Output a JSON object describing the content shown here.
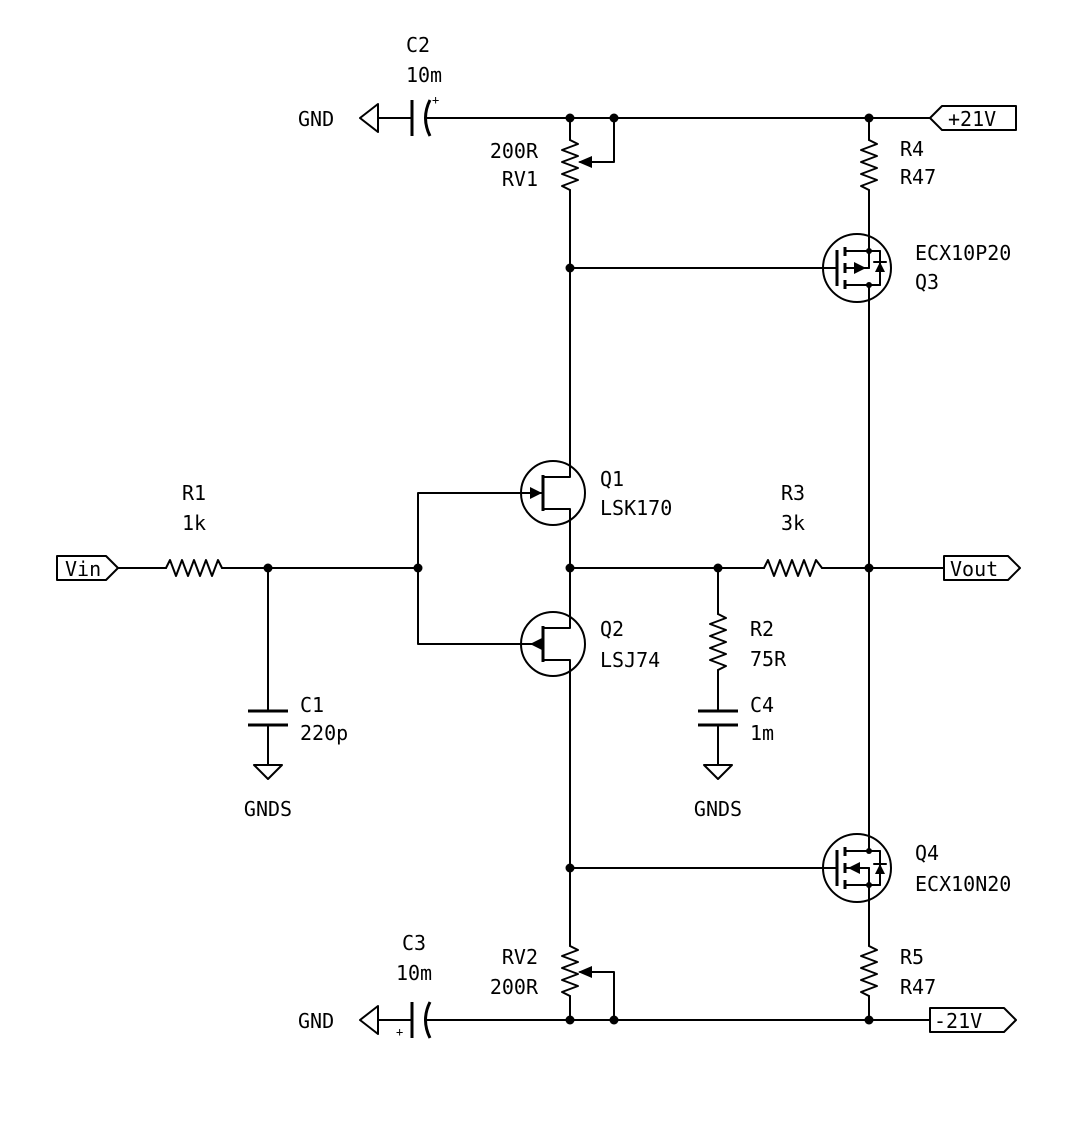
{
  "components": {
    "c2": {
      "ref": "C2",
      "value": "10m"
    },
    "c3": {
      "ref": "C3",
      "value": "10m"
    },
    "c1": {
      "ref": "C1",
      "value": "220p"
    },
    "c4": {
      "ref": "C4",
      "value": "1m"
    },
    "rv1": {
      "ref": "RV1",
      "value": "200R"
    },
    "rv2": {
      "ref": "RV2",
      "value": "200R"
    },
    "r1": {
      "ref": "R1",
      "value": "1k"
    },
    "r2": {
      "ref": "R2",
      "value": "75R"
    },
    "r3": {
      "ref": "R3",
      "value": "3k"
    },
    "r4": {
      "ref": "R4",
      "value": "R47"
    },
    "r5": {
      "ref": "R5",
      "value": "R47"
    },
    "q1": {
      "ref": "Q1",
      "value": "LSK170"
    },
    "q2": {
      "ref": "Q2",
      "value": "LSJ74"
    },
    "q3": {
      "ref": "Q3",
      "value": "ECX10P20"
    },
    "q4": {
      "ref": "Q4",
      "value": "ECX10N20"
    }
  },
  "nets": {
    "gnd_top": "GND",
    "gnd_bottom": "GND",
    "gnds_left": "GNDS",
    "gnds_right": "GNDS",
    "vpos": "+21V",
    "vneg": "-21V",
    "vin": "Vin",
    "vout": "Vout",
    "plus_sign": "+"
  }
}
